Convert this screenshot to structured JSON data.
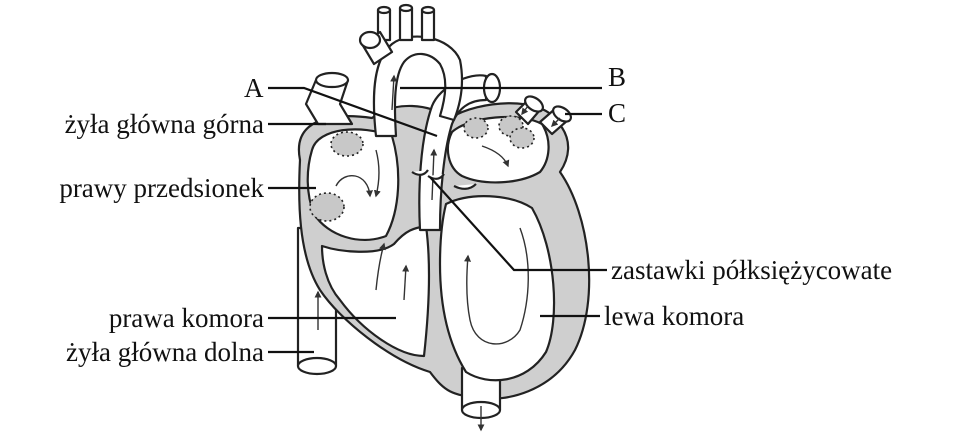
{
  "diagram": {
    "labels": {
      "a": "A",
      "b": "B",
      "c": "C",
      "vena_cava_superior": "żyła główna górna",
      "right_atrium": "prawy przedsionek",
      "semilunar_valves": "zastawki półksiężycowate",
      "left_ventricle": "lewa komora",
      "right_ventricle": "prawa komora",
      "vena_cava_inferior": "żyła główna dolna"
    }
  }
}
